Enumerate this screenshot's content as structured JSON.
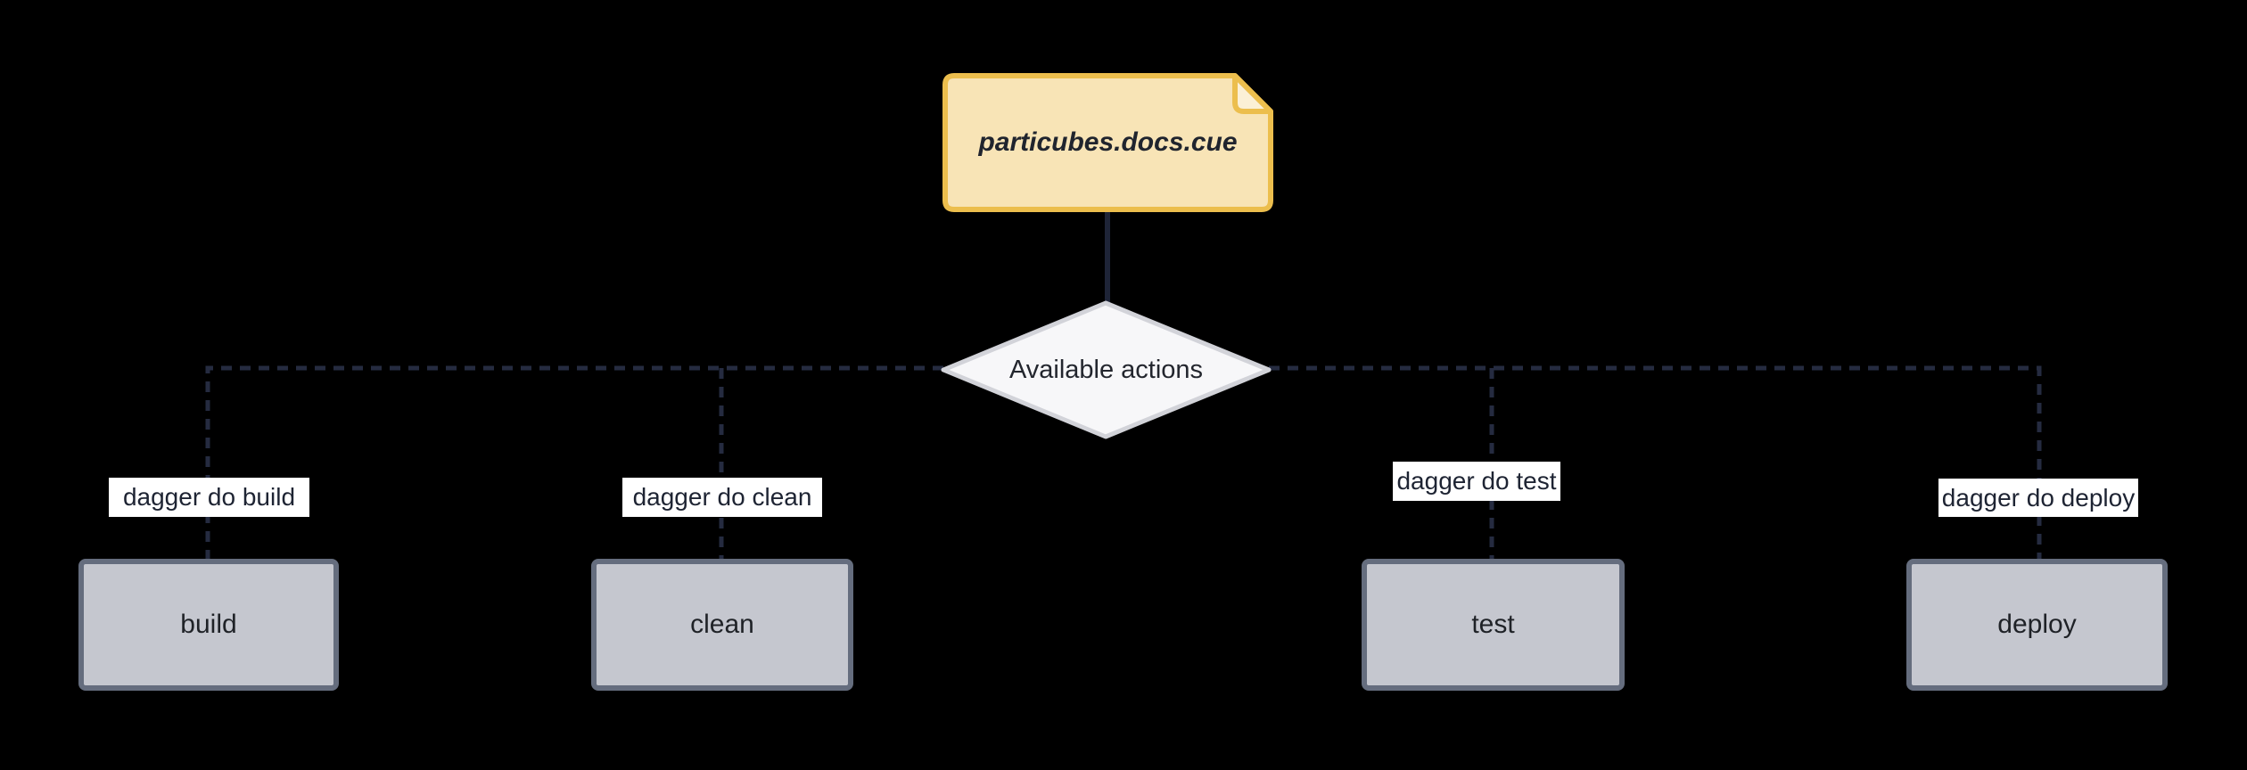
{
  "diagram": {
    "source_node": {
      "label": "particubes.docs.cue",
      "shape": "note-card"
    },
    "decision_node": {
      "label": "Available actions",
      "shape": "diamond"
    },
    "actions": [
      {
        "command": "dagger do build",
        "target": "build"
      },
      {
        "command": "dagger do clean",
        "target": "clean"
      },
      {
        "command": "dagger do test",
        "target": "test"
      },
      {
        "command": "dagger do deploy",
        "target": "deploy"
      }
    ]
  },
  "palette": {
    "background": "#000000",
    "note_fill": "#F8E4B6",
    "note_fold_fill": "#FBF0D6",
    "note_border": "#ECBE4D",
    "decision_fill": "#F7F7F9",
    "decision_border": "#D2D3D9",
    "action_fill": "#C5C7CF",
    "action_border": "#656D7E",
    "edge_line": "#252B40",
    "edge_label_bg": "#FFFFFF",
    "text_dark": "#20242E"
  }
}
